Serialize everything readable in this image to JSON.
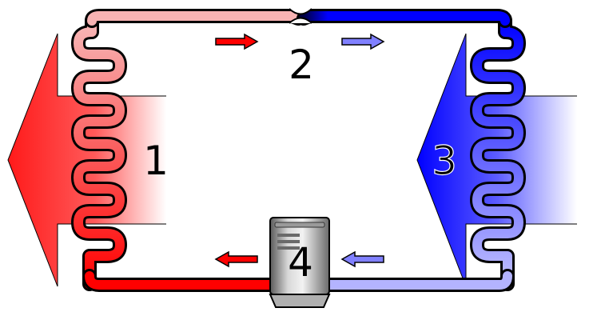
{
  "labels": {
    "condenser": "1",
    "expansion_valve": "2",
    "evaporator": "3",
    "compressor": "4"
  },
  "colors": {
    "hot": "#ff0000",
    "hot_light": "#f7b3b3",
    "cold": "#0000ff",
    "cold_light": "#b3b3ff",
    "outline": "#000000"
  },
  "icons": {
    "compressor": "compressor-icon",
    "flow_arrows": "flow-arrow-icon"
  }
}
